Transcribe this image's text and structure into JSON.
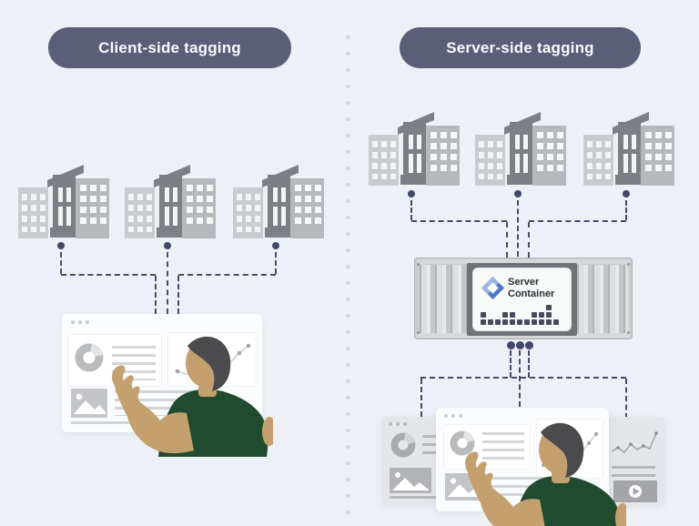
{
  "left": {
    "title": "Client-side tagging",
    "building_cluster_count": 3,
    "description_graphics": [
      "three websites link directly to a browser dashboard viewed by a person"
    ]
  },
  "right": {
    "title": "Server-side tagging",
    "building_cluster_count": 3,
    "server_container": {
      "label": "Server Container",
      "block_heights": [
        2,
        1,
        1,
        2,
        2,
        1,
        1,
        2,
        2,
        3,
        1
      ]
    },
    "description_graphics": [
      "three websites link to a server container which links to three browser dashboards viewed by a person"
    ]
  },
  "style": {
    "colors": {
      "background": "#edf1f7",
      "pill_bg": "#5b5d79",
      "pill_text": "#fafbfd",
      "dash_line": "#474b6b",
      "connection_pin": "#42476a",
      "divider_dot": "#cfd2d7",
      "building_light": "#c9cccf",
      "building_mid": "#b6b8bb",
      "building_dark": "#7c8084",
      "window_white": "#fbfcfd",
      "window_gray": "#e4e6e9",
      "chart_gray": "#b9bbbd",
      "container_body": "#c9ccce",
      "container_panel": "#6f7276",
      "container_card": "#f8f9f9",
      "block": "#454a5e",
      "gtm_logo_light": "#9db5e2",
      "gtm_logo_dark": "#4a77cd",
      "skin": "#c5a06f",
      "shirt": "#214b2e",
      "hair": "#4b4b4d"
    },
    "icons": {
      "building-cluster-icon": "three stylized office buildings",
      "gtm-diamond-logo": "blue diamond with white diamond center",
      "donut-chart-icon": "gray donut with light segment",
      "line-chart-icon": "rising polyline with dots",
      "image-placeholder-icon": "gray box, white circle and mountains",
      "play-button-icon": "white circle with triangle",
      "person-figure": "person from behind, green shirt, arm raised"
    }
  }
}
